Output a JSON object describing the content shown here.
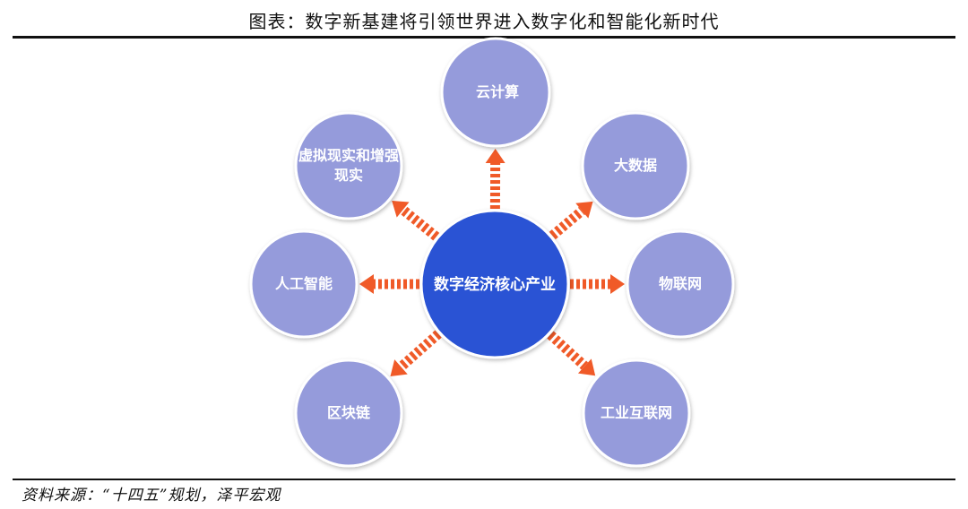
{
  "header": {
    "title": "图表：数字新基建将引领世界进入数字化和智能化新时代"
  },
  "diagram": {
    "center": "数字经济核心产业",
    "nodes": [
      {
        "id": "cloud",
        "label": "云计算"
      },
      {
        "id": "bigdata",
        "label": "大数据"
      },
      {
        "id": "iot",
        "label": "物联网"
      },
      {
        "id": "iiot",
        "label": "工业互联网"
      },
      {
        "id": "blockchain",
        "label": "区块链"
      },
      {
        "id": "ai",
        "label": "人工智能"
      },
      {
        "id": "vrar",
        "label": "虚拟现实和增强现实"
      }
    ],
    "colors": {
      "center_fill": "#2B53D4",
      "node_fill": "#959BDB",
      "arrow": "#F05A28"
    }
  },
  "footer": {
    "source": "资料来源：“十四五”规划，泽平宏观"
  }
}
